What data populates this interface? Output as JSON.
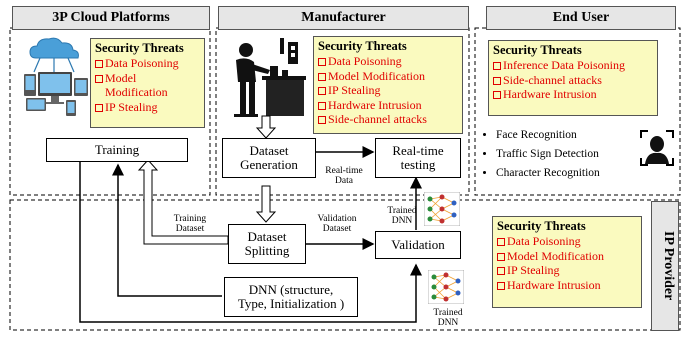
{
  "sections": {
    "cloud": "3P Cloud Platforms",
    "manufacturer": "Manufacturer",
    "end_user": "End User",
    "ip_provider": "IP Provider"
  },
  "threat_title": "Security Threats",
  "threats": {
    "cloud": [
      "Data Poisoning",
      "Model",
      "Modification",
      "IP Stealing"
    ],
    "manufacturer": [
      "Data Poisoning",
      "Model Modification",
      "IP Stealing",
      "Hardware Intrusion",
      "Side-channel attacks"
    ],
    "end_user": [
      "Inference Data Poisoning",
      "Side-channel attacks",
      "Hardware Intrusion"
    ],
    "ip_provider": [
      "Data Poisoning",
      "Model Modification",
      "IP Stealing",
      "Hardware Intrusion"
    ]
  },
  "boxes": {
    "training": "Training",
    "dataset_generation": [
      "Dataset",
      "Generation"
    ],
    "realtime_testing": [
      "Real-time",
      "testing"
    ],
    "dataset_splitting": [
      "Dataset",
      "Splitting"
    ],
    "validation": "Validation",
    "dnn": [
      "DNN (structure,",
      "Type, Initialization )"
    ]
  },
  "edge_labels": {
    "realtime_data": [
      "Real-time",
      "Data"
    ],
    "training_dataset": [
      "Training",
      "Dataset"
    ],
    "validation_dataset": [
      "Validation",
      "Dataset"
    ],
    "trained_dnn_1": [
      "Trained",
      "DNN"
    ],
    "trained_dnn_2": [
      "Trained",
      "DNN"
    ]
  },
  "applications": [
    "Face Recognition",
    "Traffic Sign Detection",
    "Character Recognition"
  ],
  "colors": {
    "header_bg": "#e6e6e6",
    "threat_bg": "#fafabf",
    "threat_text": "#e00000"
  }
}
